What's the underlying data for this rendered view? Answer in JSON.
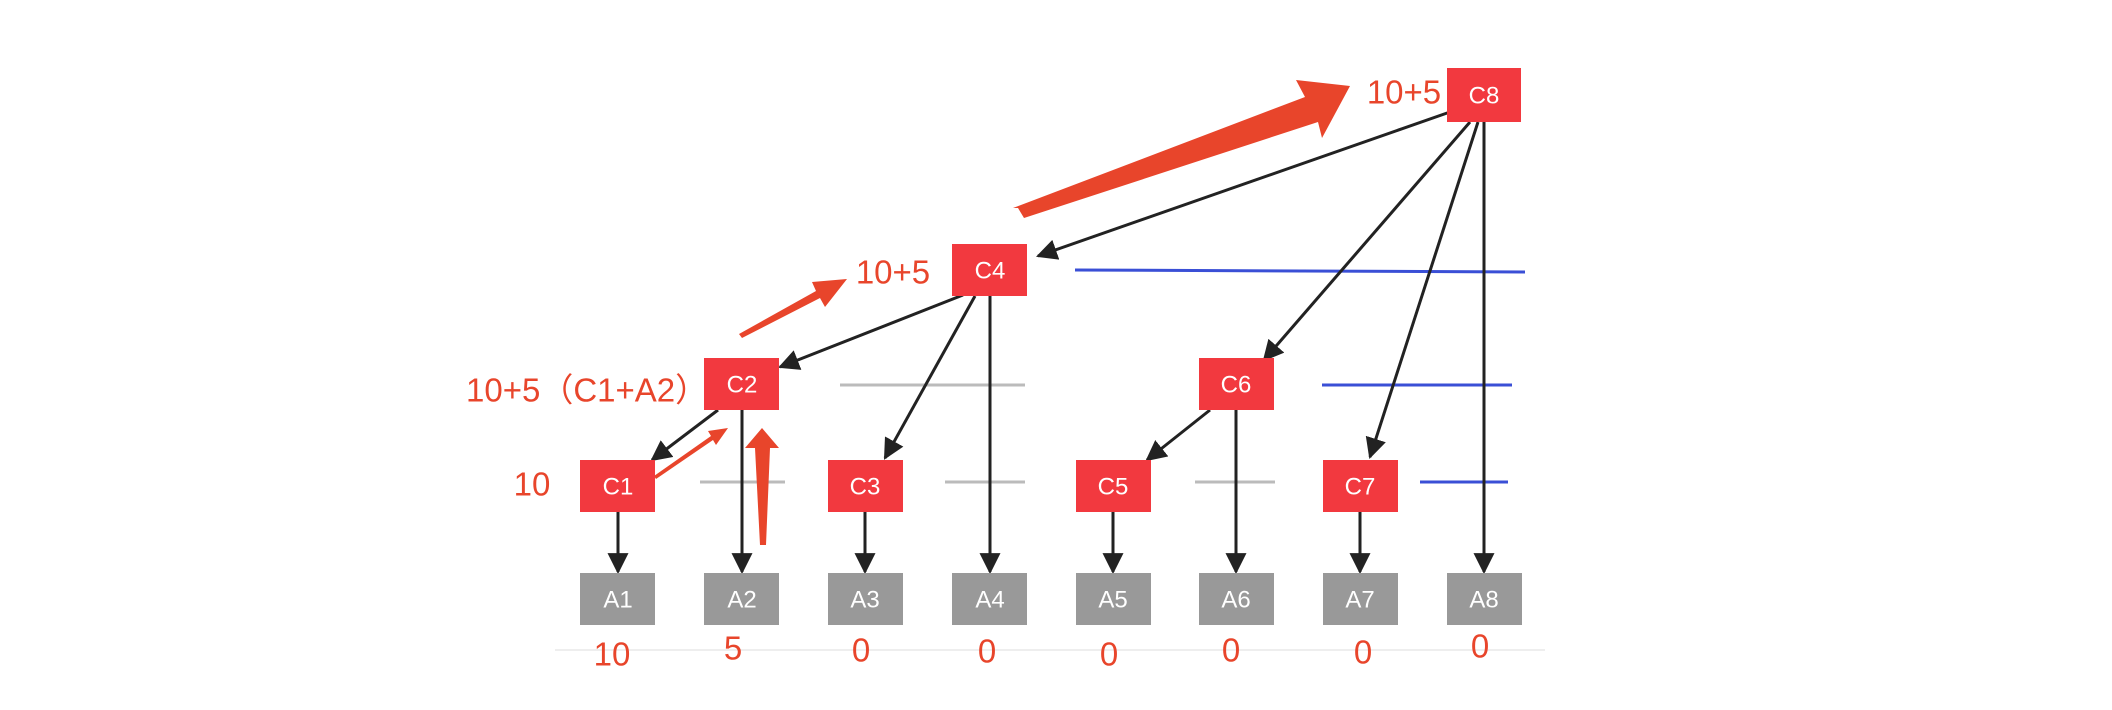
{
  "colors": {
    "c_node": "#f2393f",
    "a_node": "#999999",
    "node_text": "#ffffff",
    "edge": "#222222",
    "annotation": "#e8452b",
    "blue_line": "#3a4fd6",
    "gray_line": "#bbbbbb"
  },
  "nodes": {
    "C8": "C8",
    "C4": "C4",
    "C2": "C2",
    "C6": "C6",
    "C1": "C1",
    "C3": "C3",
    "C5": "C5",
    "C7": "C7",
    "A1": "A1",
    "A2": "A2",
    "A3": "A3",
    "A4": "A4",
    "A5": "A5",
    "A6": "A6",
    "A7": "A7",
    "A8": "A8"
  },
  "values": {
    "A1": "10",
    "A2": "5",
    "A3": "0",
    "A4": "0",
    "A5": "0",
    "A6": "0",
    "A7": "0",
    "A8": "0"
  },
  "annotations": {
    "C8": "10+5",
    "C4": "10+5",
    "C2": "10+5（C1+A2）",
    "C1": "10"
  }
}
